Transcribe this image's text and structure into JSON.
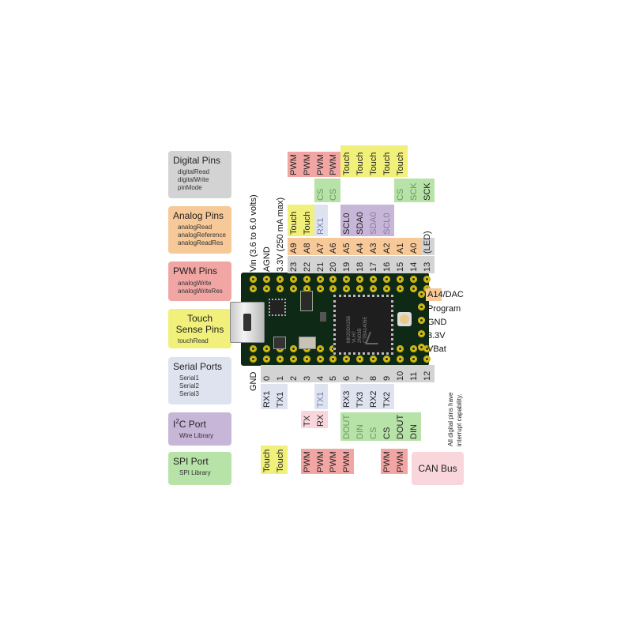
{
  "legend": {
    "digital": {
      "title": "Digital Pins",
      "items": [
        "digitalRead",
        "digitalWrite",
        "pinMode"
      ]
    },
    "analog": {
      "title": "Analog Pins",
      "items": [
        "analogRead",
        "analogReference",
        "analogReadRes"
      ]
    },
    "pwm": {
      "title": "PWM Pins",
      "items": [
        "analogWrite",
        "analogWriteRes"
      ]
    },
    "touch": {
      "title": "Touch Sense Pins",
      "items": [
        "touchRead"
      ]
    },
    "serial": {
      "title": "Serial Ports",
      "items": [
        "Serial1",
        "Serial2",
        "Serial3"
      ]
    },
    "i2c": {
      "title_main": "I",
      "title_sup": "2",
      "title_rest": "C Port",
      "items": [
        "Wire Library"
      ]
    },
    "spi": {
      "title": "SPI Port",
      "items": [
        "SPI Library"
      ]
    }
  },
  "colors": {
    "gray": "#d3d3d3",
    "analog": "#f7c898",
    "pwm": "#f2a6a4",
    "touch": "#f0f07a",
    "serial": "#dfe3f0",
    "i2c": "#c8b6d8",
    "spi": "#b7e2a8",
    "can": "#f8d6dc",
    "board": "#0e2a16",
    "pin": "#e8d21e"
  },
  "top_header": {
    "power_labels": [
      "Vin (3.6 to 6.0 volts)",
      "AGND",
      "3.3V (250 mA max)"
    ],
    "pins": [
      "23",
      "22",
      "21",
      "20",
      "19",
      "18",
      "17",
      "16",
      "15",
      "14",
      "13"
    ],
    "analog": [
      "A9",
      "A8",
      "A7",
      "A6",
      "A5",
      "A4",
      "A3",
      "A2",
      "A1",
      "A0"
    ],
    "led": "(LED)",
    "touch_low": [
      "Touch",
      "Touch"
    ],
    "rx1": "RX1",
    "i2c": [
      "SCL0",
      "SDA0",
      "SDA0",
      "SCL0"
    ],
    "cs": [
      "CS",
      "CS",
      "CS"
    ],
    "sck": [
      "SCK",
      "SCK"
    ],
    "pwm": [
      "PWM",
      "PWM",
      "PWM",
      "PWM"
    ],
    "touch_high": [
      "Touch",
      "Touch",
      "Touch",
      "Touch",
      "Touch"
    ]
  },
  "right_side": [
    "A14/DAC",
    "Program",
    "GND",
    "3.3V",
    "VBat"
  ],
  "bottom_header": {
    "gnd": "GND",
    "pins": [
      "0",
      "1",
      "2",
      "3",
      "4",
      "5",
      "6",
      "7",
      "8",
      "9",
      "10",
      "11",
      "12"
    ],
    "serial_a": [
      "RX1",
      "TX1"
    ],
    "tx1": "TX1",
    "serial_b": [
      "RX3",
      "TX3",
      "RX2",
      "TX2"
    ],
    "serial_c": [
      "TX",
      "RX"
    ],
    "spi": [
      "DOUT",
      "DIN",
      "CS",
      "CS",
      "DOUT",
      "DIN"
    ],
    "touch": [
      "Touch",
      "Touch"
    ],
    "pwm_a": [
      "PWM",
      "PWM",
      "PWM",
      "PWM"
    ],
    "pwm_b": [
      "PWM",
      "PWM"
    ]
  },
  "can_bus": "CAN Bus",
  "interrupt_note": [
    "All digital pins have",
    "interrupt capability."
  ],
  "chip_text": [
    "MK20DX256",
    "VLH7",
    "2N03B",
    "CTBA1405E"
  ]
}
